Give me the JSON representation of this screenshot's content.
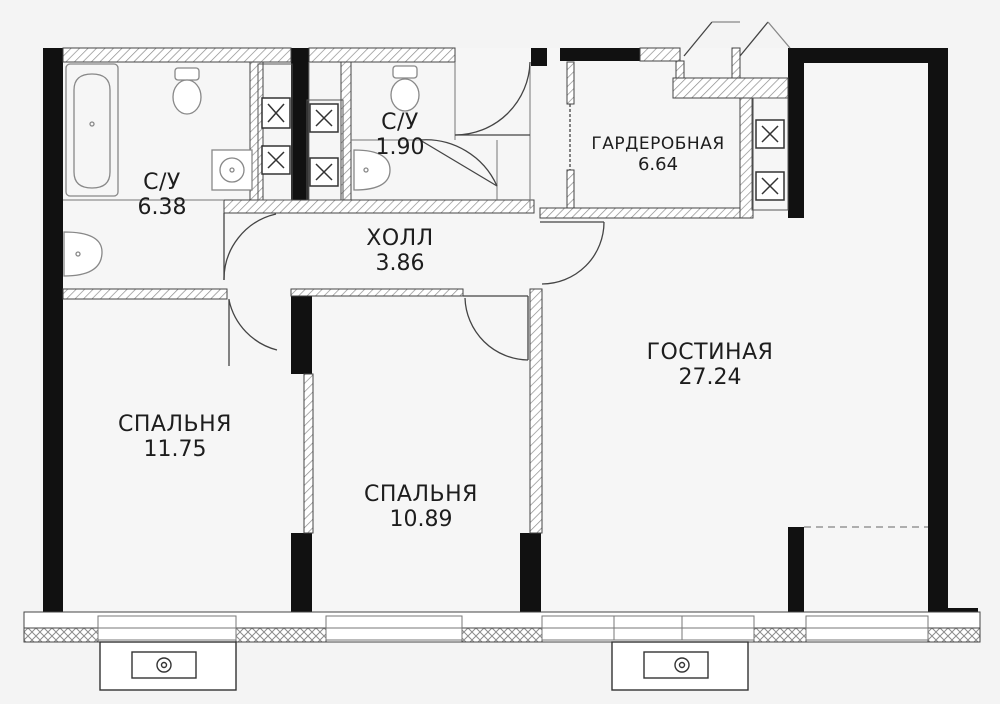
{
  "colors": {
    "background": "#f4f4f4",
    "wall": "#111111",
    "hatch": "#9a9a9a",
    "thin_line": "#555555",
    "text": "#1d1d1d"
  },
  "rooms": {
    "bathroom_large": {
      "name": "С/У",
      "area": "6.38"
    },
    "bathroom_small": {
      "name": "С/У",
      "area": "1.90"
    },
    "wardrobe": {
      "name": "ГАРДЕРОБНАЯ",
      "area": "6.64"
    },
    "hall": {
      "name": "ХОЛЛ",
      "area": "3.86"
    },
    "living_room": {
      "name": "ГОСТИНАЯ",
      "area": "27.24"
    },
    "bedroom_left": {
      "name": "СПАЛЬНЯ",
      "area": "11.75"
    },
    "bedroom_middle": {
      "name": "СПАЛЬНЯ",
      "area": "10.89"
    }
  },
  "fixtures": [
    "bathtub-icon",
    "toilet-icon",
    "sink-icon",
    "ventilation-shaft-icon",
    "air-conditioner-icon"
  ]
}
